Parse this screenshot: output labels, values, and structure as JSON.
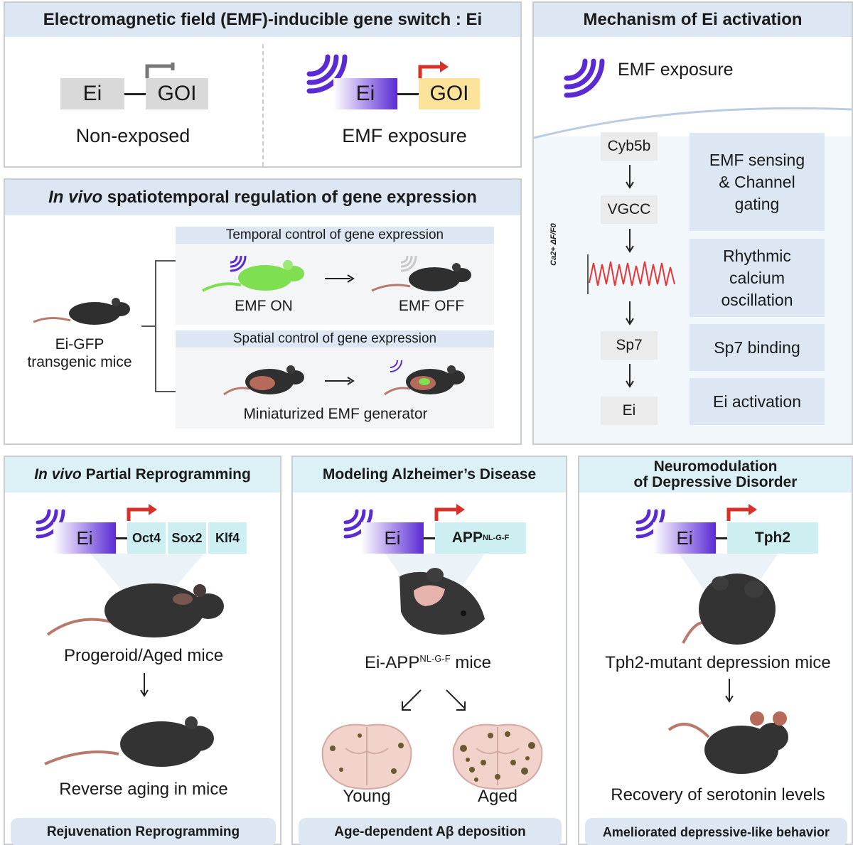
{
  "panel_ei": {
    "title": "Electromagnetic field (EMF)-inducible gene switch : Ei",
    "left": {
      "ei": "Ei",
      "goi": "GOI",
      "caption": "Non-exposed"
    },
    "right": {
      "ei": "Ei",
      "goi": "GOI",
      "caption": "EMF exposure"
    }
  },
  "panel_invivo": {
    "title_italic": "In vivo",
    "title_rest": " spatiotemporal regulation of gene expression",
    "mouse_label_1": "Ei-GFP",
    "mouse_label_2": "transgenic mice",
    "temporal": {
      "title": "Temporal control of gene expression",
      "on": "EMF ON",
      "off": "EMF OFF"
    },
    "spatial": {
      "title": "Spatial control of gene expression",
      "caption": "Miniaturized EMF generator"
    }
  },
  "panel_mechanism": {
    "title": "Mechanism of Ei activation",
    "exposure": "EMF exposure",
    "steps": [
      "Cyb5b",
      "VGCC",
      "Sp7",
      "Ei"
    ],
    "trace_ylabel": "Ca2+ ΔF/F0",
    "side": {
      "s1_l1": "EMF sensing",
      "s1_l2": "& Channel",
      "s1_l3": "gating",
      "s2_l1": "Rhythmic",
      "s2_l2": "calcium",
      "s2_l3": "oscillation",
      "s3": "Sp7 binding",
      "s4": "Ei activation"
    }
  },
  "panel_reprog": {
    "title_italic": "In vivo",
    "title_rest": " Partial Reprogramming",
    "ei": "Ei",
    "genes": [
      "Oct4",
      "Sox2",
      "Klf4"
    ],
    "mouse1": "Progeroid/Aged mice",
    "mouse2": "Reverse aging in mice",
    "footer": "Rejuvenation Reprogramming"
  },
  "panel_ad": {
    "title": "Modeling Alzheimer’s Disease",
    "ei": "Ei",
    "gene": "APP",
    "gene_sup": "NL-G-F",
    "mice_pre": "Ei-APP",
    "mice_sup": "NL-G-F",
    "mice_post": " mice",
    "young": "Young",
    "aged": "Aged",
    "footer": "Age-dependent Aβ deposition"
  },
  "panel_dep": {
    "title_l1": "Neuromodulation",
    "title_l2": "of Depressive Disorder",
    "ei": "Ei",
    "gene": "Tph2",
    "mouse1": "Tph2-mutant depression mice",
    "mouse2": "Recovery of serotonin levels",
    "footer": "Ameliorated depressive-like behavior"
  },
  "colors": {
    "emf_purple": "#5a2bd3",
    "arrow_red": "#d9302a",
    "gfp_green": "#7ee050",
    "header_blue": "#dde7f3",
    "header_cyan": "#dcf1f5"
  }
}
